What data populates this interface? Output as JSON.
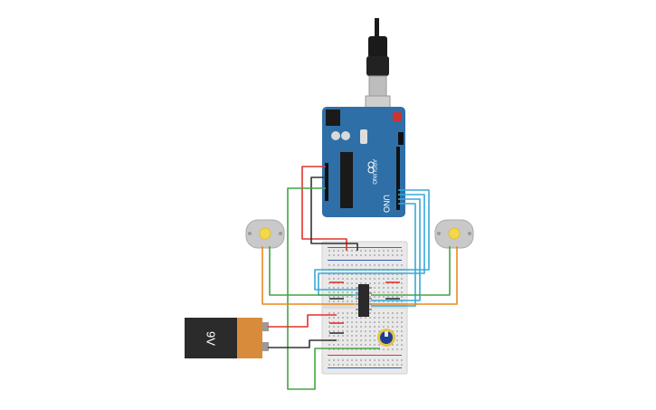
{
  "battery": {
    "label": "9V"
  },
  "arduino": {
    "model": "UNO",
    "brand": "ARDUINO"
  },
  "chip": {
    "label": ""
  },
  "colors": {
    "arduino_board": "#2f6fa7",
    "breadboard": "#e9e9e9",
    "wire_red": "#e0322d",
    "wire_black": "#333333",
    "wire_green": "#43a443",
    "wire_cyan": "#37a9d8",
    "wire_orange": "#e98a1f",
    "motor": "#c9c9c9",
    "motor_shaft": "#f3d84a",
    "battery_body": "#2b2b2b",
    "battery_cap": "#d98b3c",
    "potentiometer": "#1d3f8f"
  }
}
